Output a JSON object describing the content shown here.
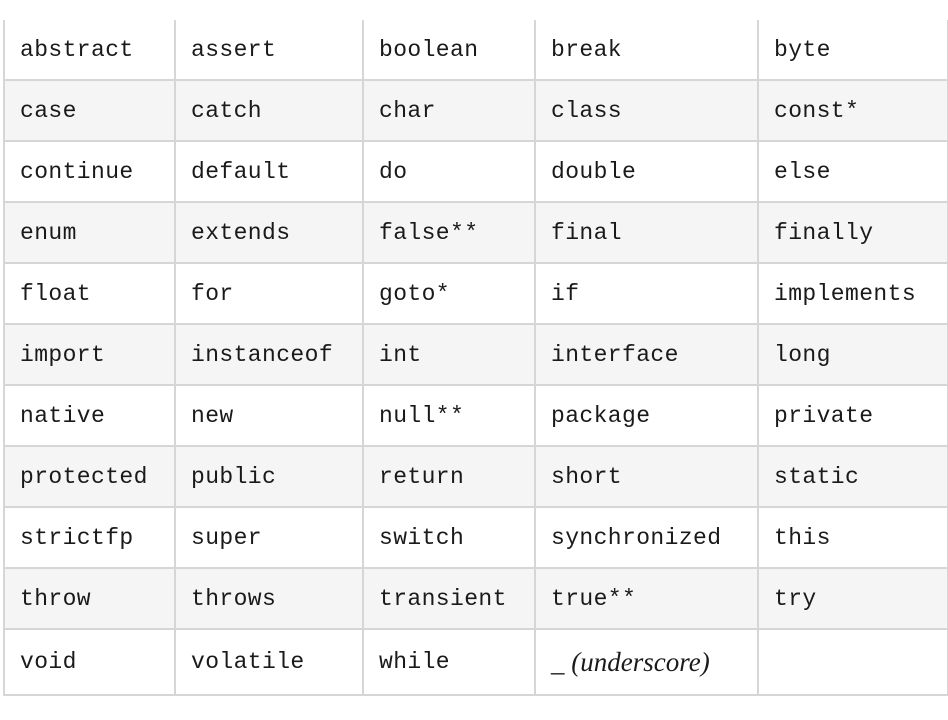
{
  "keywords_table": {
    "rows": [
      [
        "abstract",
        "assert",
        "boolean",
        "break",
        "byte"
      ],
      [
        "case",
        "catch",
        "char",
        "class",
        "const*"
      ],
      [
        "continue",
        "default",
        "do",
        "double",
        "else"
      ],
      [
        "enum",
        "extends",
        "false**",
        "final",
        "finally"
      ],
      [
        "float",
        "for",
        "goto*",
        "if",
        "implements"
      ],
      [
        "import",
        "instanceof",
        "int",
        "interface",
        "long"
      ],
      [
        "native",
        "new",
        "null**",
        "package",
        "private"
      ],
      [
        "protected",
        "public",
        "return",
        "short",
        "static"
      ],
      [
        "strictfp",
        "super",
        "switch",
        "synchronized",
        "this"
      ],
      [
        "throw",
        "throws",
        "transient",
        "true**",
        "try"
      ],
      [
        "void",
        "volatile",
        "while",
        "_ (underscore)",
        ""
      ]
    ]
  }
}
